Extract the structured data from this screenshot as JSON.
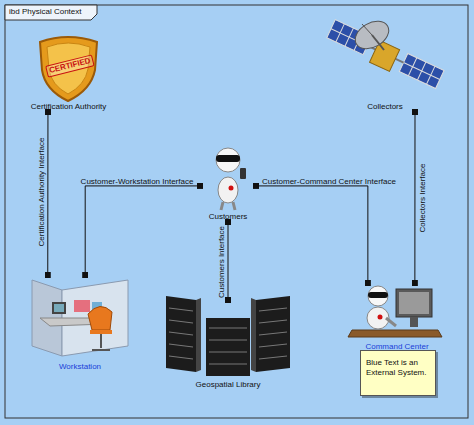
{
  "diagram": {
    "title": "ibd Physical Context",
    "nodes": [
      {
        "text": [
          "Certification Authority"
        ]
      },
      {
        "text": [
          "Collectors"
        ]
      },
      {
        "text": [
          "Customers"
        ]
      },
      {
        "text": [
          "Workstation"
        ]
      },
      {
        "text": [
          "Geospatial Library"
        ]
      },
      {
        "text": [
          "Command Center"
        ]
      }
    ],
    "edges": [
      {
        "from": 0,
        "to": 3,
        "label": "Certification Authority Interface",
        "arrow": "none"
      },
      {
        "from": 2,
        "to": 3,
        "label": "Customer-Workstation Interface",
        "arrow": "none"
      },
      {
        "from": 2,
        "to": 5,
        "label": "Customer-Command Center Interface",
        "arrow": "none"
      },
      {
        "from": 2,
        "to": 4,
        "label": "Customers Interface",
        "arrow": "none"
      },
      {
        "from": 1,
        "to": 5,
        "label": "Collectors Interface",
        "arrow": "none"
      }
    ],
    "labels": [
      "CERTIFIED",
      "Blue Text is an External System."
    ]
  }
}
